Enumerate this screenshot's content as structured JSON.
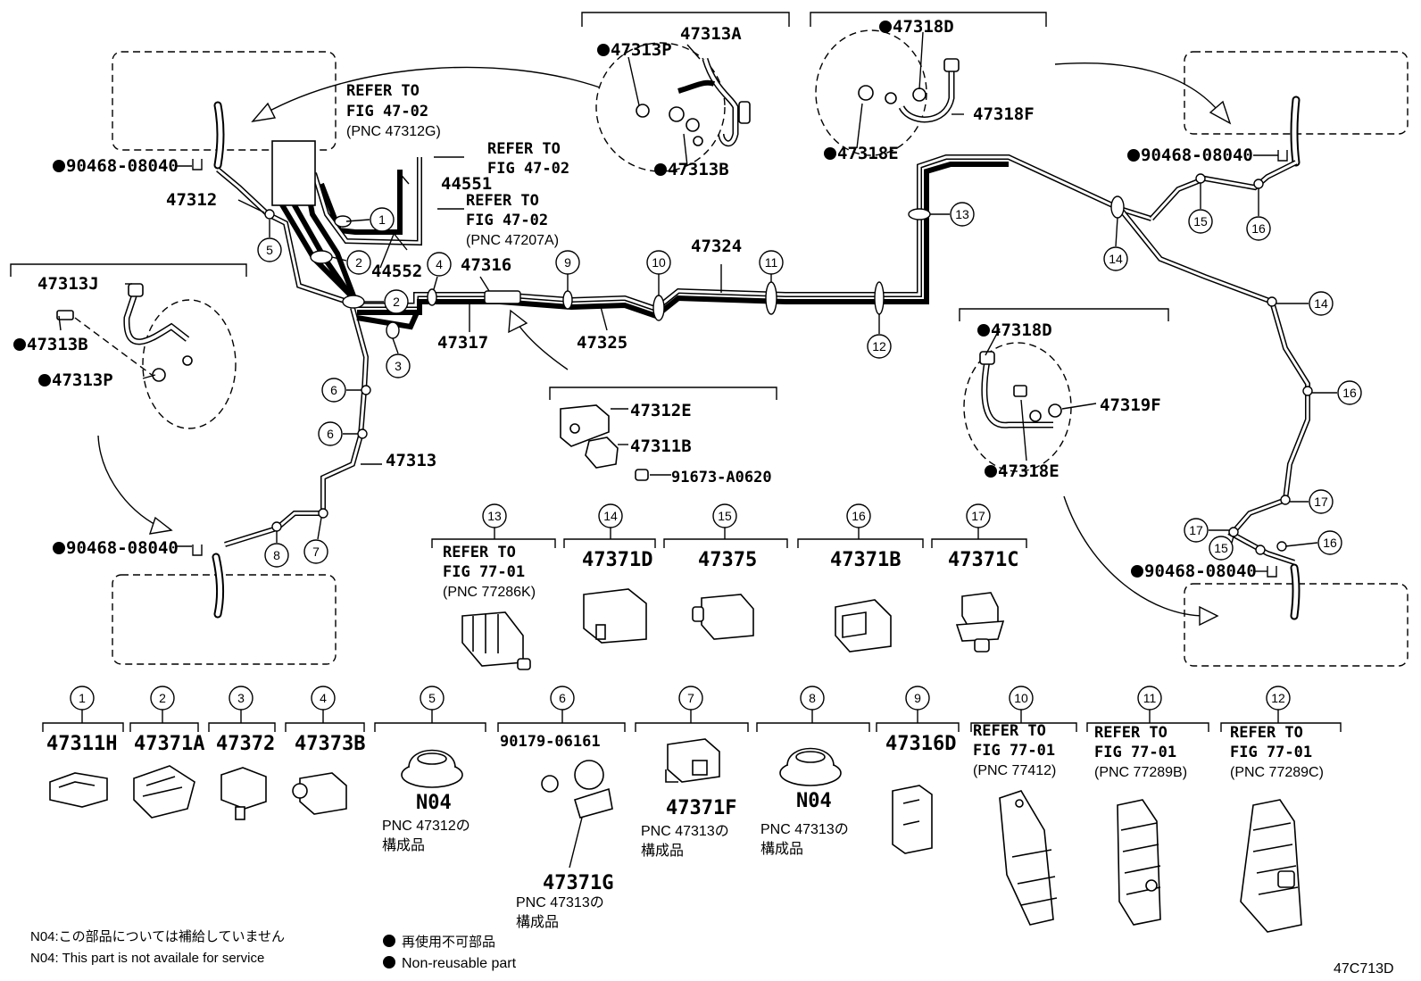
{
  "labels": {
    "p47312": "47312",
    "p47313": "47313",
    "p47316": "47316",
    "p47317": "47317",
    "p47324": "47324",
    "p47325": "47325",
    "p44551": "44551",
    "p44552": "44552",
    "p47313A": "47313A",
    "p47313P_top": "47313P",
    "p47313B_top": "47313B",
    "p47318D_top": "47318D",
    "p47318E_top": "47318E",
    "p47318F": "47318F",
    "p47313J": "47313J",
    "p47313B_left": "47313B",
    "p47313P_left": "47313P",
    "p47318D_right": "47318D",
    "p47319F": "47319F",
    "p47318E_right": "47318E",
    "p47312E": "47312E",
    "p47311B": "47311B",
    "p91673": "91673-A0620",
    "bolt_tl": "90468-08040",
    "bolt_bl": "90468-08040",
    "bolt_tr": "90468-08040",
    "bolt_br": "90468-08040"
  },
  "refs": {
    "r1_l1": "REFER TO",
    "r1_l2": "FIG 47-02",
    "r1_l3": "(PNC 47312G)",
    "r2_l1": "REFER TO",
    "r2_l2": "FIG 47-02",
    "r3_l1": "REFER TO",
    "r3_l2": "FIG 47-02",
    "r3_l3": "(PNC 47207A)"
  },
  "callouts": {
    "c1": "1",
    "c2a": "2",
    "c2b": "2",
    "c3": "3",
    "c4": "4",
    "c5": "5",
    "c6a": "6",
    "c6b": "6",
    "c7": "7",
    "c8": "8",
    "c9": "9",
    "c10": "10",
    "c11": "11",
    "c12": "12",
    "c13": "13",
    "c14a": "14",
    "c14b": "14",
    "c15a": "15",
    "c15b": "15",
    "c16a": "16",
    "c16b": "16",
    "c16c": "16",
    "c17a": "17",
    "c17b": "17"
  },
  "legend_row1": [
    {
      "num": "13",
      "l1": "REFER TO",
      "l2": "FIG 77-01",
      "l3": "(PNC 77286K)"
    },
    {
      "num": "14",
      "pn": "47371D"
    },
    {
      "num": "15",
      "pn": "47375"
    },
    {
      "num": "16",
      "pn": "47371B"
    },
    {
      "num": "17",
      "pn": "47371C"
    }
  ],
  "legend_row2": [
    {
      "num": "1",
      "pn": "47311H"
    },
    {
      "num": "2",
      "pn": "47371A"
    },
    {
      "num": "3",
      "pn": "47372"
    },
    {
      "num": "4",
      "pn": "47373B"
    },
    {
      "num": "5",
      "code": "N04",
      "note1": "PNC 47312の",
      "note2": "構成品"
    },
    {
      "num": "6",
      "pn": "90179-06161",
      "pn2": "47371G",
      "note1": "PNC 47313の",
      "note2": "構成品"
    },
    {
      "num": "7",
      "pn": "47371F",
      "note1": "PNC 47313の",
      "note2": "構成品"
    },
    {
      "num": "8",
      "code": "N04",
      "note1": "PNC 47313の",
      "note2": "構成品"
    },
    {
      "num": "9",
      "pn": "47316D"
    },
    {
      "num": "10",
      "l1": "REFER TO",
      "l2": "FIG 77-01",
      "l3": "(PNC 77412)"
    },
    {
      "num": "11",
      "l1": "REFER TO",
      "l2": "FIG 77-01",
      "l3": "(PNC 77289B)"
    },
    {
      "num": "12",
      "l1": "REFER TO",
      "l2": "FIG 77-01",
      "l3": "(PNC 77289C)"
    }
  ],
  "footer": {
    "n04_jp": "N04:この部品については補給していません",
    "n04_en": "N04: This part is not availale for service",
    "nonreuse_jp": "再使用不可部品",
    "nonreuse_en": "Non-reusable part",
    "fig_code": "47C713D"
  }
}
